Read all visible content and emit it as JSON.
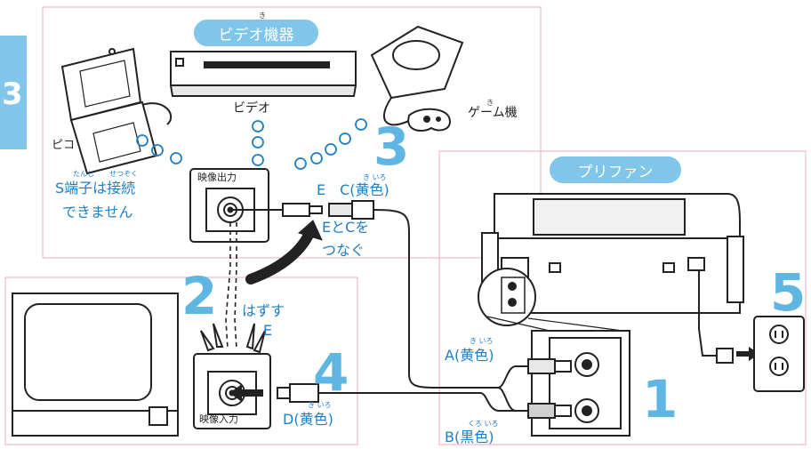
{
  "section_marker": "3",
  "labels": {
    "video_devices": "ビデオ機器",
    "printfan": "プリファン",
    "pico": "ピコ",
    "video": "ビデオ",
    "game": "ゲーム機",
    "s_terminal": "S端子は接続",
    "s_terminal_2": "できません",
    "video_out": "映像出力",
    "video_in": "映像入力",
    "e_c": "E　C(黄色)",
    "connect_1": "EとCを",
    "connect_2": "つなぐ",
    "remove_1": "はずす",
    "remove_2": "E",
    "a_yellow": "A(黄色)",
    "b_black": "B(黒色)",
    "d_yellow": "D(黄色)"
  },
  "ruby": {
    "ki_1": "き",
    "ki_game": "き",
    "tanshi": "たんし",
    "setsuzoku": "せつぞく",
    "kiiro_c": "き いろ",
    "kiiro_a": "き いろ",
    "kuroiro": "くろ いろ",
    "kiiro_d": "き いろ"
  },
  "steps": [
    "1",
    "2",
    "3",
    "4",
    "5"
  ],
  "colors": {
    "accent": "#7fc6ea",
    "step": "#5fb6e3",
    "text_blue": "#1f7fc2",
    "line": "#222222"
  }
}
